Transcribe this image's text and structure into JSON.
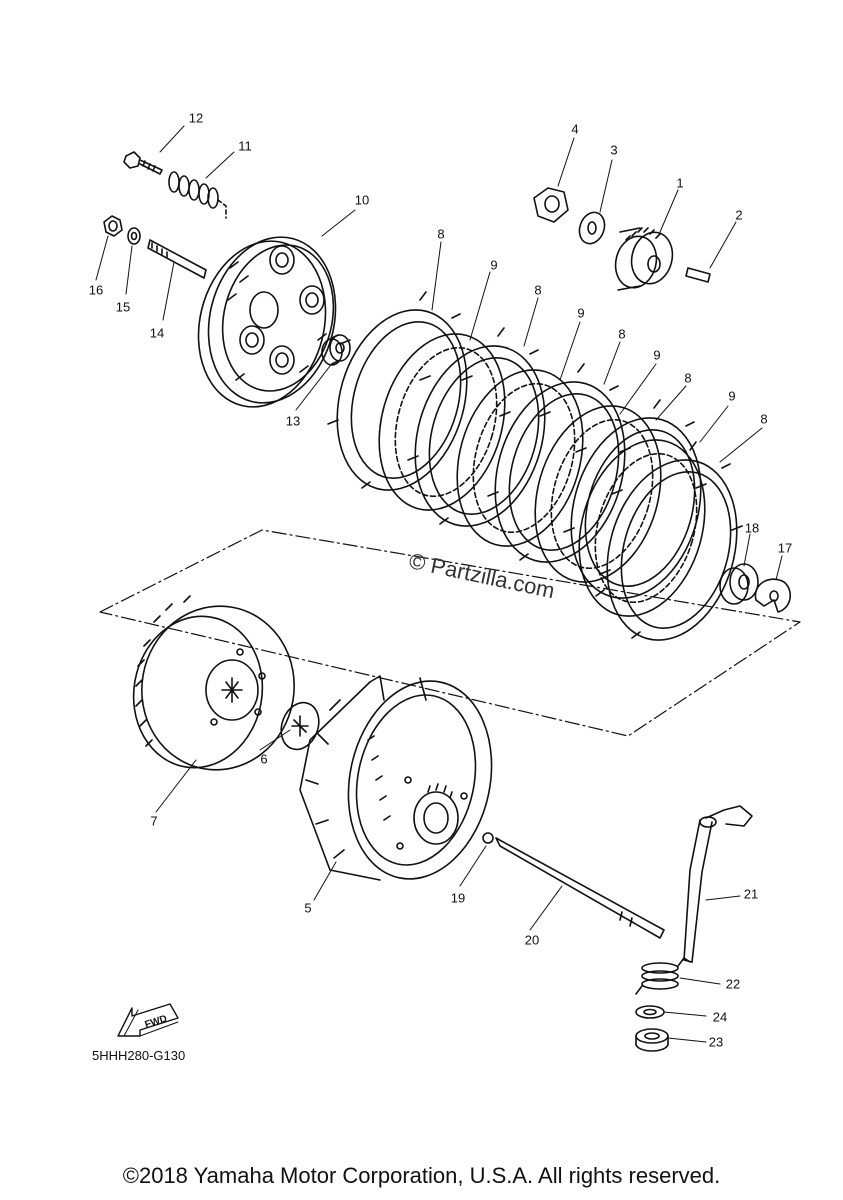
{
  "diagram": {
    "callouts": [
      "1",
      "2",
      "3",
      "4",
      "5",
      "6",
      "7",
      "8",
      "8",
      "8",
      "8",
      "8",
      "9",
      "9",
      "9",
      "9",
      "10",
      "11",
      "12",
      "13",
      "14",
      "15",
      "16",
      "17",
      "18",
      "19",
      "20",
      "21",
      "22",
      "23",
      "24"
    ],
    "diagram_code": "5HHH280-G130",
    "fwd_label": "FWD",
    "watermark": "© Partzilla.com",
    "copyright": "©2018 Yamaha Motor Corporation, U.S.A. All rights reserved."
  }
}
